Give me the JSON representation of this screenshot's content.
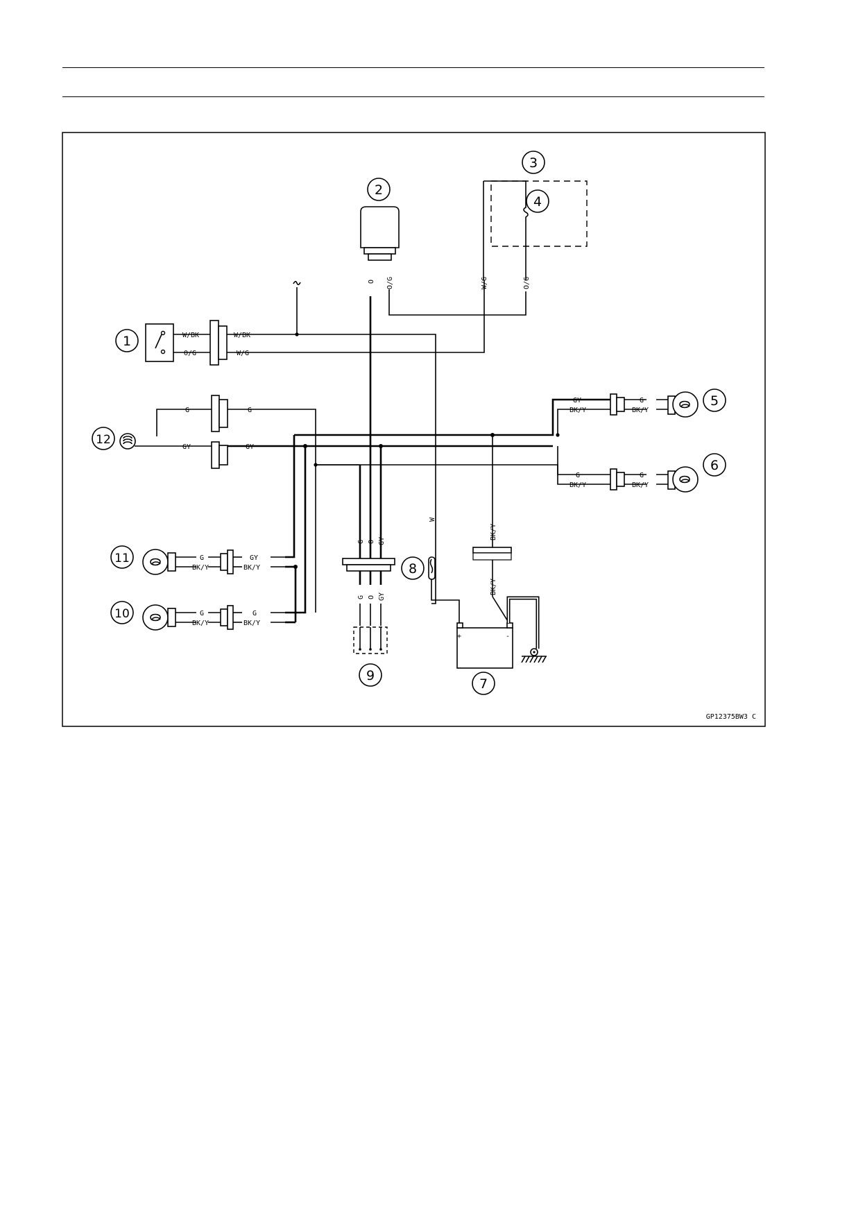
{
  "components": {
    "c1": {
      "number": "1"
    },
    "c2": {
      "number": "2"
    },
    "c3": {
      "number": "3"
    },
    "c4": {
      "number": "4"
    },
    "c5": {
      "number": "5"
    },
    "c6": {
      "number": "6"
    },
    "c7": {
      "number": "7"
    },
    "c8": {
      "number": "8"
    },
    "c9": {
      "number": "9"
    },
    "c10": {
      "number": "10"
    },
    "c11": {
      "number": "11"
    },
    "c12": {
      "number": "12"
    }
  },
  "wire_colors": {
    "wbk": "W/BK",
    "og": "O/G",
    "wg": "W/G",
    "o": "O",
    "g": "G",
    "gy": "GY",
    "bky": "BK/Y",
    "w": "W"
  },
  "battery": {
    "plus": "+",
    "minus": "-"
  },
  "figure_code": "GP12375BW3 C"
}
